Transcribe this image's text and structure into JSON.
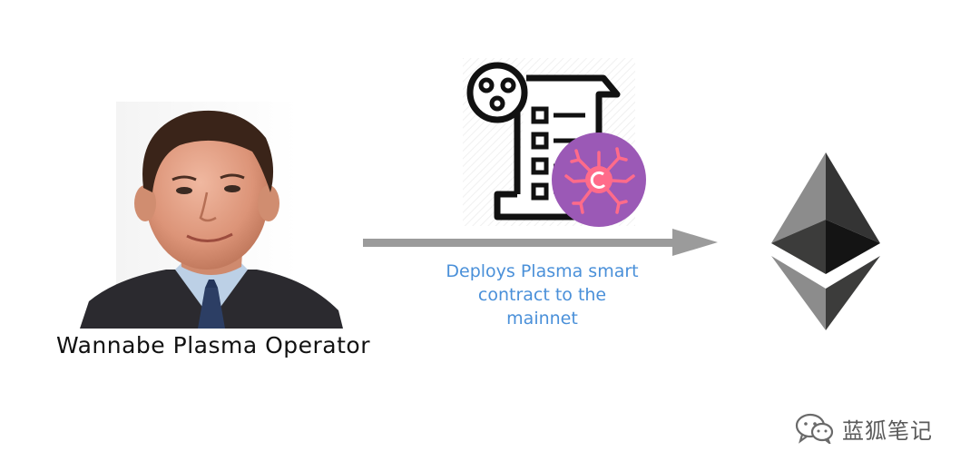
{
  "operator": {
    "label": "Wannabe Plasma Operator"
  },
  "arrow": {
    "caption": "Deploys Plasma smart\ncontract to the\nmainnet",
    "color": "#9b9b9b"
  },
  "icons": {
    "portrait": "person-portrait",
    "contract": "smart-contract-icon",
    "virus": "virus-badge-icon",
    "ethereum": "ethereum-logo-icon",
    "watermark": "wechat-icon"
  },
  "colors": {
    "caption": "#4a90d9",
    "virus_badge": "#9b59b6",
    "virus_strands": "#ff6b8a"
  },
  "watermark": {
    "text": "蓝狐笔记"
  }
}
